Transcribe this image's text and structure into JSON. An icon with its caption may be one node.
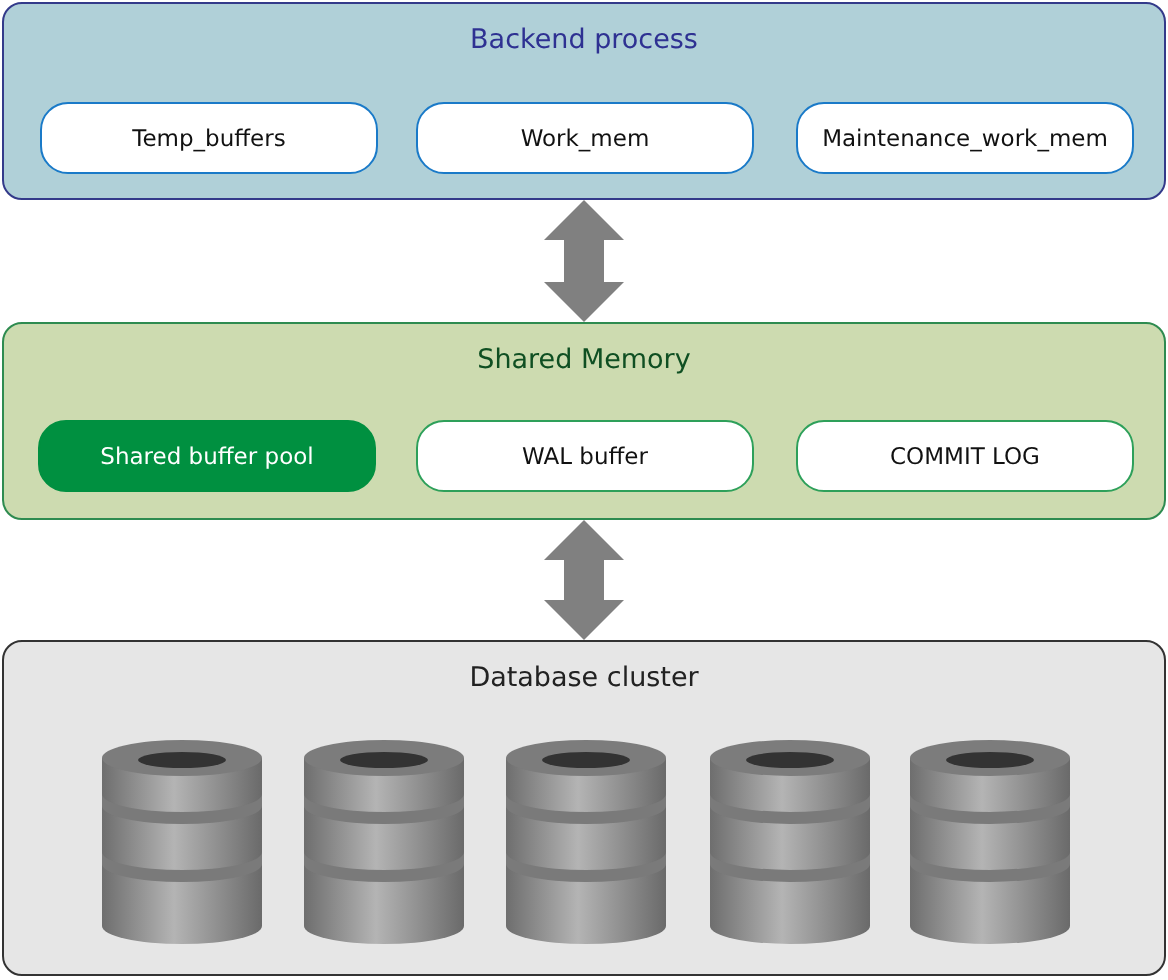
{
  "diagram": {
    "nodes": [
      {
        "text": [
          "Backend process"
        ]
      },
      {
        "text": [
          "Temp_buffers"
        ],
        "in": 0
      },
      {
        "text": [
          "Work_mem"
        ],
        "in": 0
      },
      {
        "text": [
          "Maintenance_work_mem"
        ],
        "in": 0
      },
      {
        "text": [
          "Shared Memory"
        ]
      },
      {
        "text": [
          "Shared buffer pool"
        ],
        "in": 4
      },
      {
        "text": [
          "WAL buffer"
        ],
        "in": 4
      },
      {
        "text": [
          "COMMIT LOG"
        ],
        "in": 4
      },
      {
        "text": [
          "Database cluster"
        ]
      },
      {
        "text": [],
        "shape": "cylinder",
        "in": 8
      },
      {
        "text": [],
        "shape": "cylinder",
        "in": 8
      },
      {
        "text": [],
        "shape": "cylinder",
        "in": 8
      },
      {
        "text": [],
        "shape": "cylinder",
        "in": 8
      },
      {
        "text": [],
        "shape": "cylinder",
        "in": 8
      }
    ],
    "edges": [
      {
        "from": 0,
        "to": 4,
        "arrow": "both",
        "style": "thick",
        "color": "#808080"
      },
      {
        "from": 4,
        "to": 8,
        "arrow": "both",
        "style": "thick",
        "color": "#808080"
      }
    ]
  }
}
